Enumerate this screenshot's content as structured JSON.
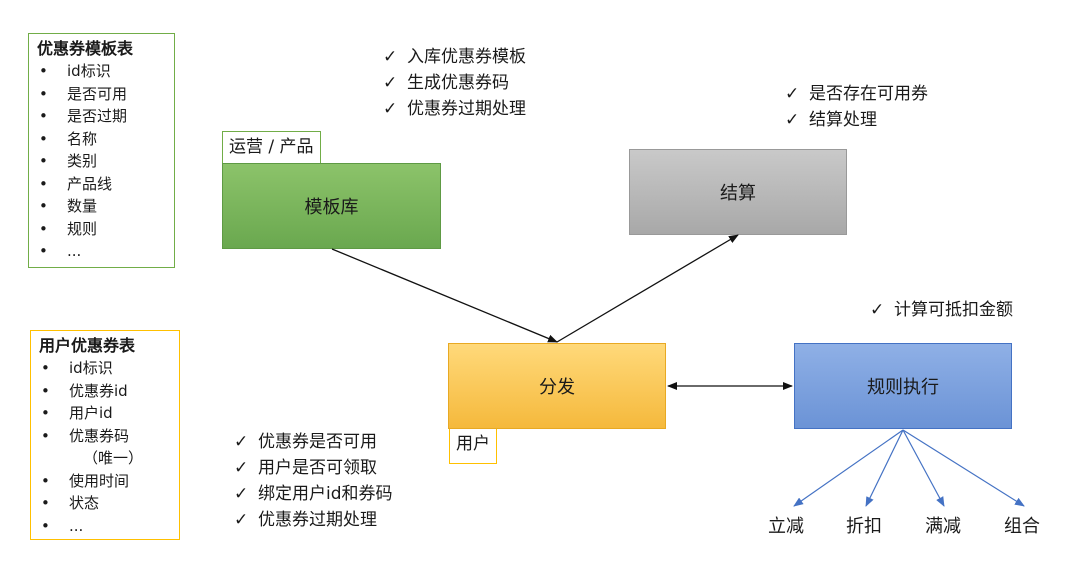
{
  "coupon_template_table": {
    "title": "优惠券模板表",
    "items": [
      "id标识",
      "是否可用",
      "是否过期",
      "名称",
      "类别",
      "产品线",
      "数量",
      "规则",
      "..."
    ]
  },
  "user_coupon_table": {
    "title": "用户优惠券表",
    "items": [
      "id标识",
      "优惠券id",
      "用户id",
      "优惠券码",
      "（唯一）",
      "使用时间",
      "状态",
      "..."
    ]
  },
  "template_repo": {
    "owner": "运营 / 产品",
    "label": "模板库",
    "tasks": [
      "入库优惠券模板",
      "生成优惠券码",
      "优惠券过期处理"
    ]
  },
  "settlement": {
    "label": "结算",
    "tasks": [
      "是否存在可用券",
      "结算处理"
    ]
  },
  "distribution": {
    "owner": "用户",
    "label": "分发",
    "tasks": [
      "优惠券是否可用",
      "用户是否可领取",
      "绑定用户id和券码",
      "优惠券过期处理"
    ]
  },
  "rule_execution": {
    "label": "规则执行",
    "tasks": [
      "计算可抵扣金额"
    ],
    "types": [
      "立减",
      "折扣",
      "满减",
      "组合"
    ]
  },
  "check_mark": "✓",
  "colors": {
    "green": "#71ad47",
    "gray": "#a5a5a5",
    "orange": "#ffc000",
    "blue": "#4472c4"
  }
}
